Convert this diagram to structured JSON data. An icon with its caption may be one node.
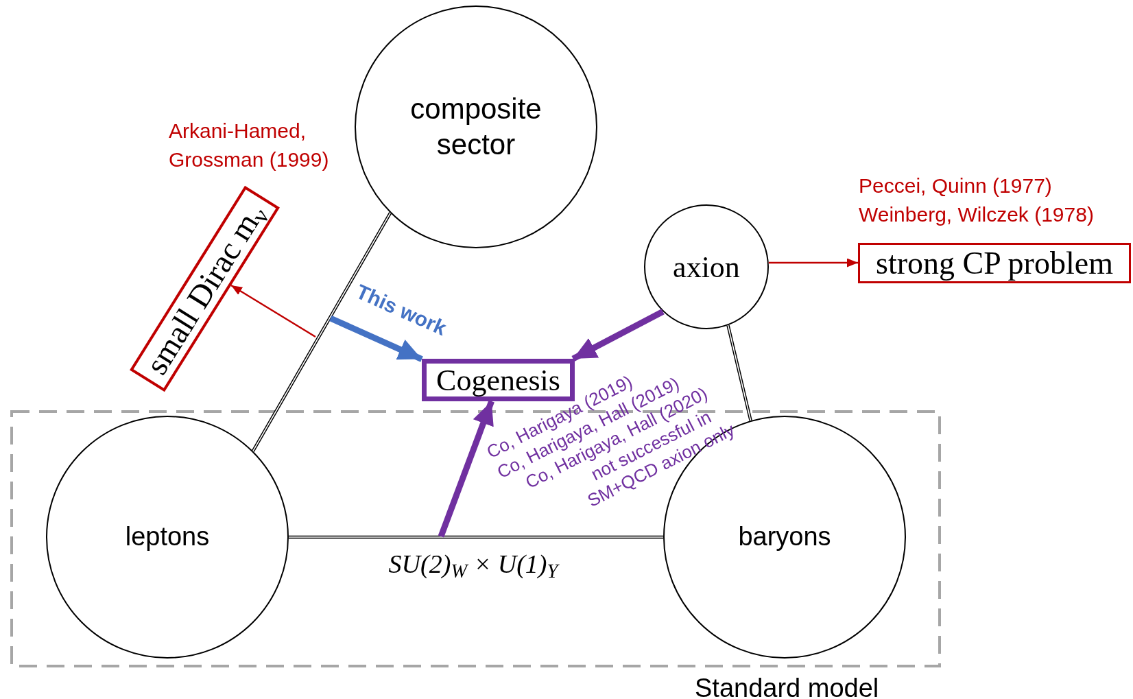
{
  "diagram": {
    "nodes": [
      {
        "text": [
          "Standard model"
        ]
      },
      {
        "text": [
          "composite sector"
        ]
      },
      {
        "text": [
          "small Dirac m$_{ν}$"
        ],
        "beside": [
          "Arkani-Hamed, Grossman (1999)"
        ]
      },
      {
        "text": [
          "axion"
        ]
      },
      {
        "text": [
          "strong CP problem"
        ],
        "beside": [
          "Peccei, Quinn (1977)",
          "Weinberg, Wilczek (1978)"
        ]
      },
      {
        "text": [
          "Cogenesis"
        ]
      },
      {
        "text": [
          "leptons"
        ],
        "in": 0
      },
      {
        "text": [
          "baryons"
        ],
        "in": 0
      }
    ],
    "edges": [
      {
        "from": 1,
        "to": 6,
        "arrow": "none"
      },
      {
        "from": 6,
        "to": 7,
        "arrow": "none",
        "label": "SU(2)$_{W}$ × U(1)$_{Y}$"
      },
      {
        "from": 3,
        "to": 7,
        "arrow": "none"
      },
      {
        "from": null,
        "to": 2,
        "arrow": "to",
        "color": "#c00000"
      },
      {
        "from": null,
        "to": 5,
        "arrow": "to",
        "label": "This work",
        "style": "thick",
        "color": "#4472c4"
      },
      {
        "from": 3,
        "to": 5,
        "arrow": "to",
        "style": "thick",
        "color": "#7030a0"
      },
      {
        "from": null,
        "to": 5,
        "arrow": "to",
        "style": "thick",
        "color": "#7030a0"
      },
      {
        "from": 3,
        "to": 4,
        "arrow": "to",
        "color": "#c00000"
      }
    ],
    "labels": [
      "Co, Harigaya (2019)",
      "Co, Harigaya, Hall (2019)",
      "Co, Harigaya, Hall (2020)",
      "not successful in",
      "SM+QCD axion only"
    ]
  }
}
